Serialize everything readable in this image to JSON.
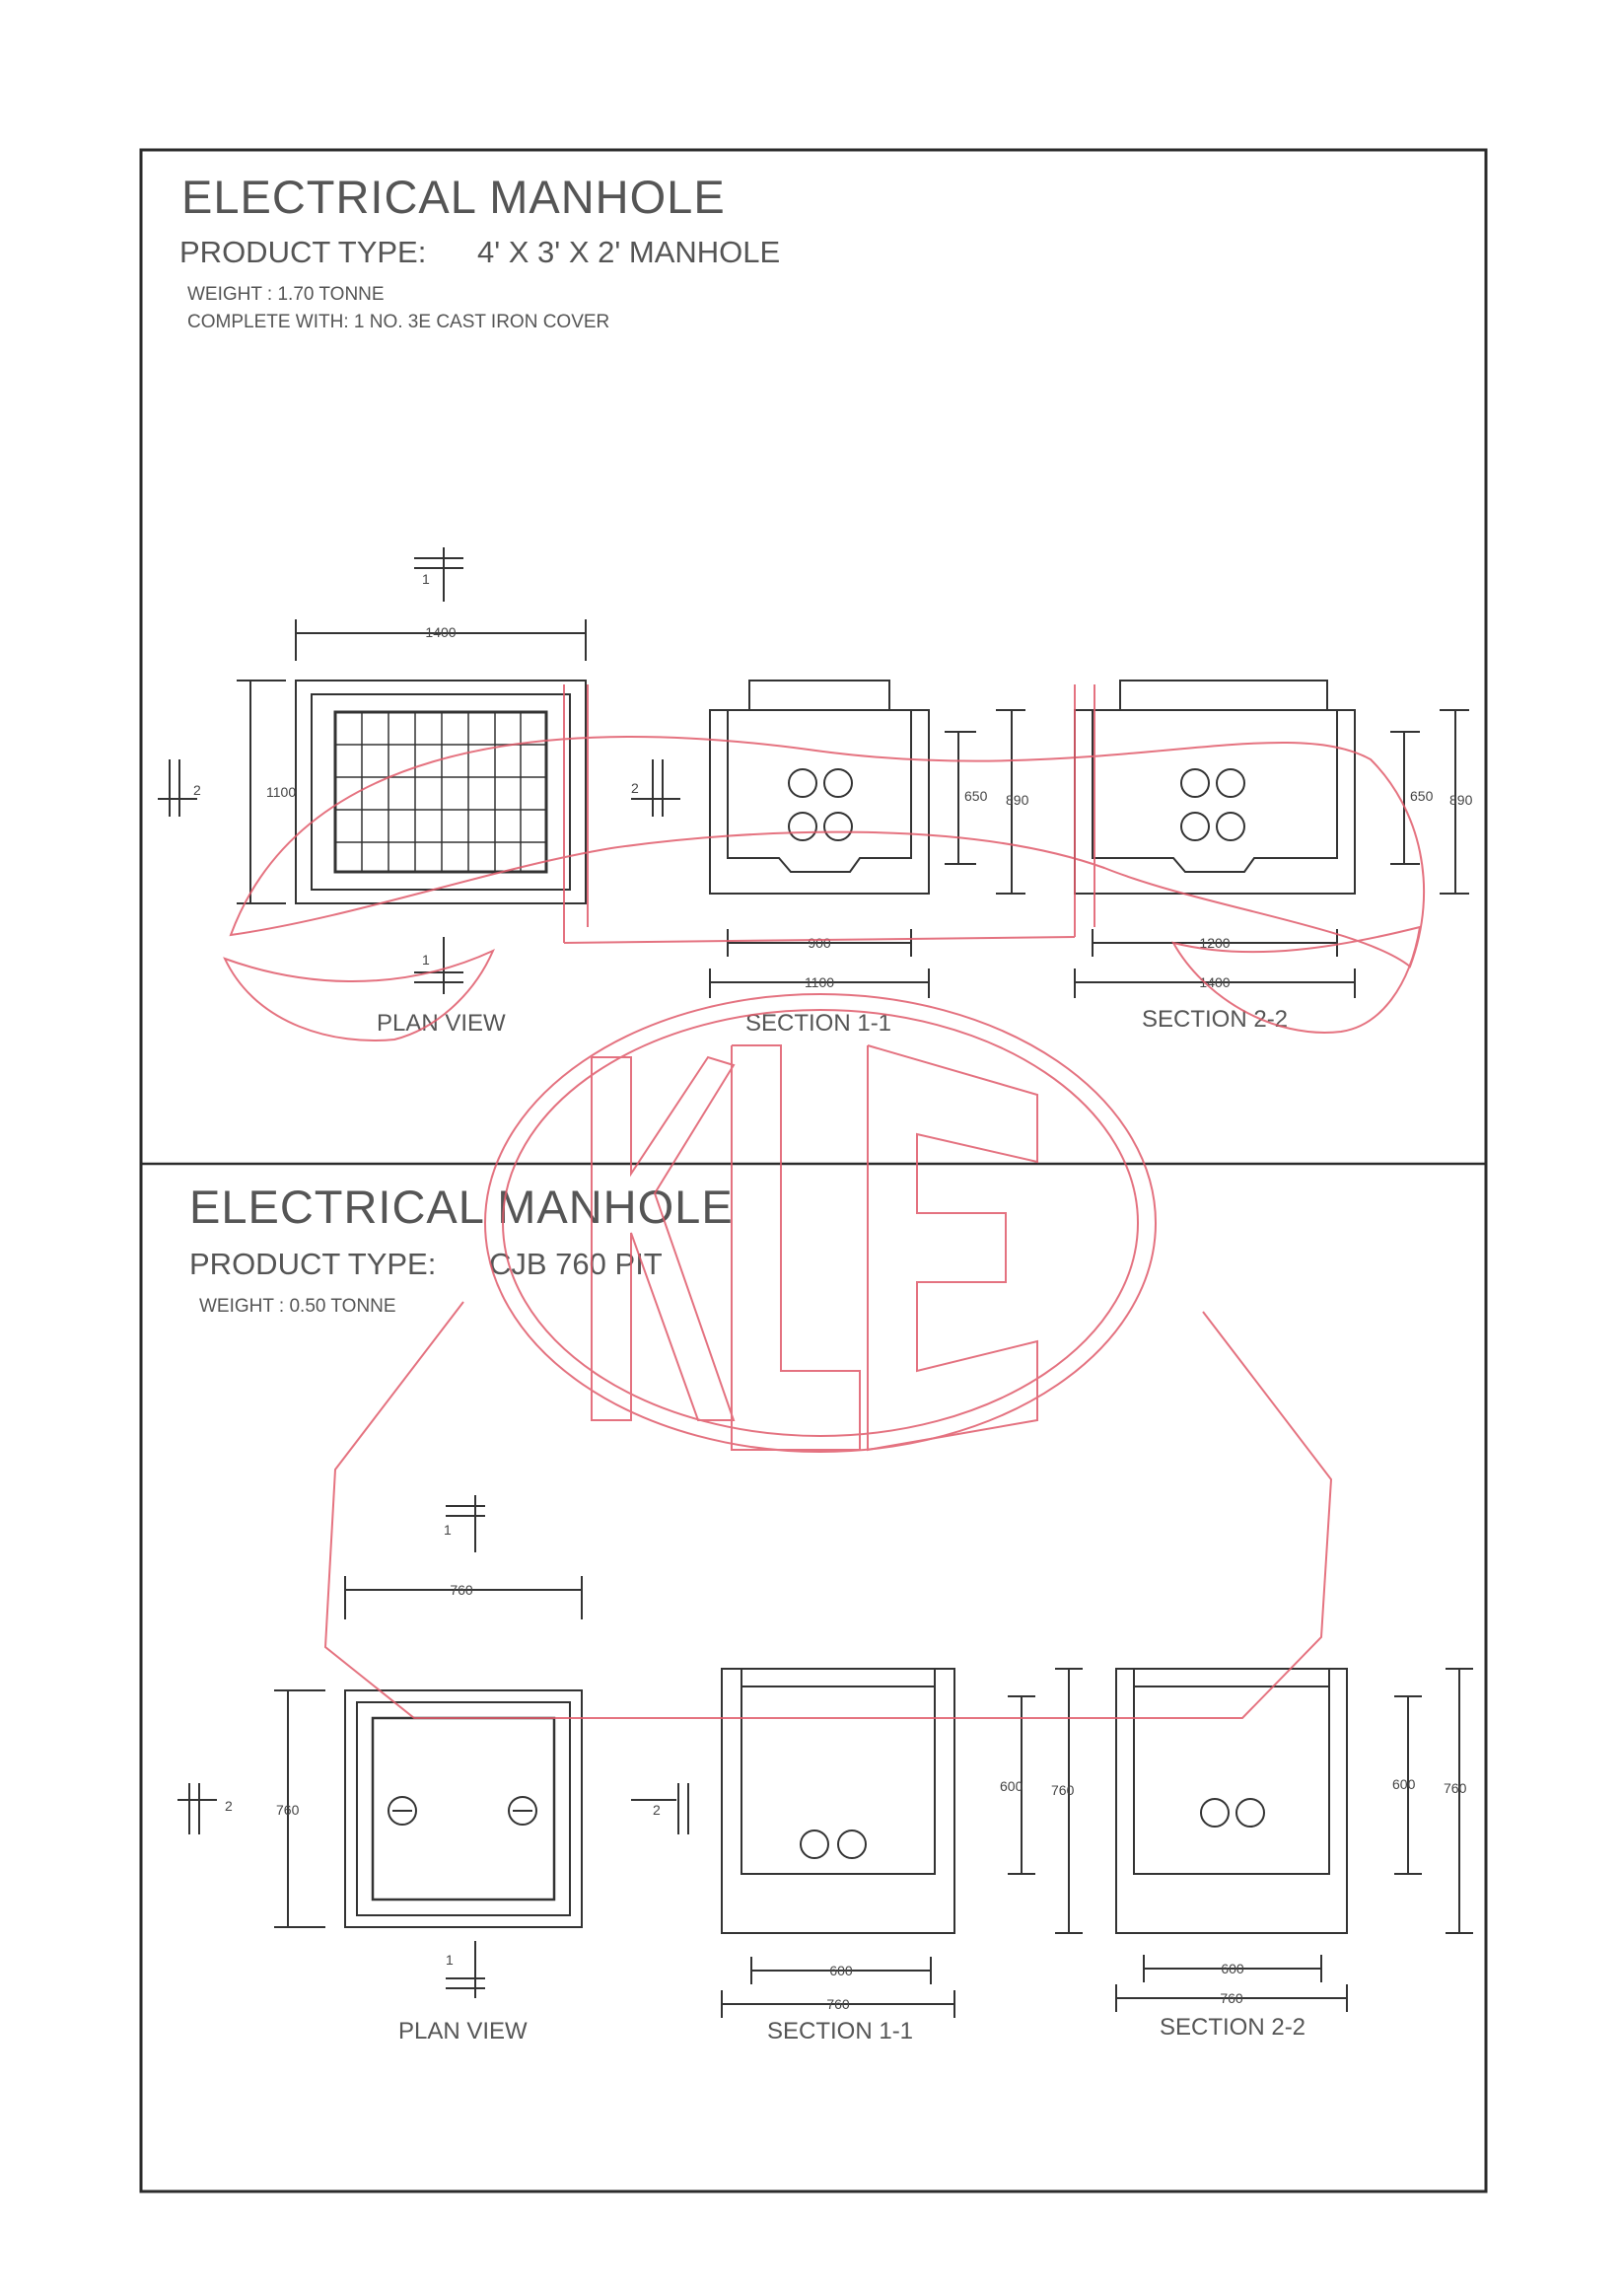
{
  "colors": {
    "ink": "#2b2b2b",
    "stamp": "#e05a6a"
  },
  "stamp": {
    "letters": "KLE"
  },
  "top": {
    "title": "ELECTRICAL MANHOLE",
    "product_type_label": "PRODUCT TYPE:",
    "product_type_value": "4' X 3' X 2' MANHOLE",
    "weight": "WEIGHT :   1.70 TONNE",
    "complete_with": "COMPLETE WITH:  1 NO. 3E CAST IRON COVER",
    "plan": {
      "caption": "PLAN VIEW",
      "dim_width": "1400",
      "dim_height": "1100",
      "marker_1": "1",
      "marker_2": "2"
    },
    "section1": {
      "caption": "SECTION 1-1",
      "dim_inner": "650",
      "dim_outer": "890",
      "dim_w_inner": "900",
      "dim_w_outer": "1100"
    },
    "section2": {
      "caption": "SECTION 2-2",
      "dim_inner": "650",
      "dim_outer": "890",
      "dim_w_inner": "1200",
      "dim_w_outer": "1400"
    }
  },
  "bottom": {
    "title": "ELECTRICAL MANHOLE",
    "product_type_label": "PRODUCT TYPE:",
    "product_type_value": "CJB 760 PIT",
    "weight": "WEIGHT :   0.50 TONNE",
    "plan": {
      "caption": "PLAN VIEW",
      "dim_width": "760",
      "dim_height": "760",
      "marker_1": "1",
      "marker_2": "2"
    },
    "section1": {
      "caption": "SECTION 1-1",
      "dim_inner": "600",
      "dim_outer": "760",
      "dim_w_inner": "600",
      "dim_w_outer": "760"
    },
    "section2": {
      "caption": "SECTION 2-2",
      "dim_inner": "600",
      "dim_outer": "760",
      "dim_w_inner": "600",
      "dim_w_outer": "760"
    }
  }
}
